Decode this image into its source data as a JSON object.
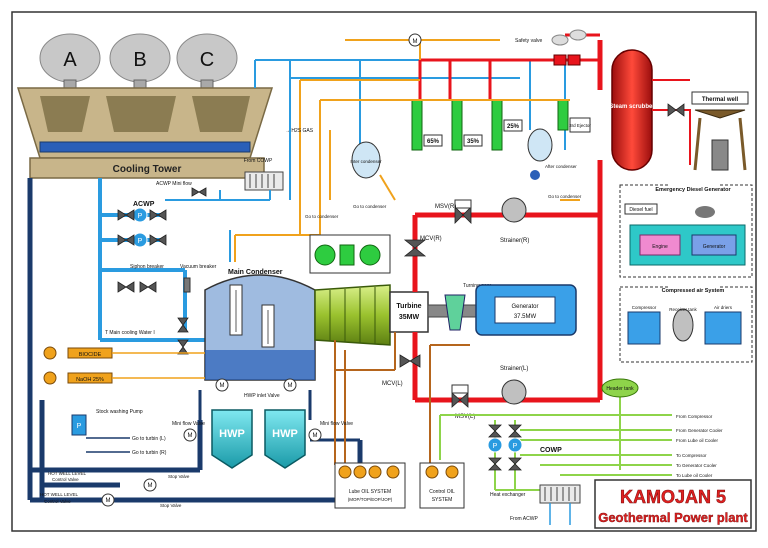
{
  "plant": {
    "title_line1": "KAMOJAN 5",
    "title_line2": "Geothermal Power plant"
  },
  "cooling_tower": {
    "label": "Cooling Tower",
    "cell_a": "A",
    "cell_b": "B",
    "cell_c": "C",
    "from_cowp": "From COWP"
  },
  "acwp": {
    "label": "ACWP",
    "mini_flow": "ACWP Mini flow"
  },
  "labels": {
    "siphon_breaker": "Siphon breaker",
    "vacuum_breaker": "Vacuum breaker",
    "main_condenser": "Main Condenser",
    "main_cooling_water": "T Main cooling Water I",
    "biocide": "BIOCIDE",
    "naoh": "NaOH  25%",
    "stock_washing_pump": "Stock washing Pump",
    "to_turbin_l": "Go to turbin (L)",
    "to_turbin_r": "Go to turbin (R)",
    "hot_well_level_1": "HOT WELL LEVEL",
    "control_valve_1": "Control Valve",
    "hot_well_level_2": "HOT WELL LEVEL",
    "control_valve_2": "Control Valve",
    "stop_valve_1": "Stop Valve",
    "stop_valve_2": "Stop Valve",
    "mini_flow_valve_l": "Mini flow Valve",
    "mini_flow_valve_r": "Mini flow Valve",
    "hwp_inlet_valve": "HWP inlet Valve",
    "hwp_left": "HWP",
    "hwp_right": "HWP",
    "lube_oil": "Lube OIL SYSTEM",
    "lube_oil_sub": "(MOP/TOP/EOP/JOP)",
    "control_oil": "Control OIL",
    "control_oil_sub": "SYSTEM",
    "turbine": "Turbine",
    "turbine_mw": "35MW",
    "generator": "Generator",
    "generator_mw": "37.5MW",
    "turning_gear": "Turning gear",
    "msv_r": "MSV(R)",
    "mcv_r": "MCV(R)",
    "msv_l": "MSV(L)",
    "mcv_l": "MCV(L)",
    "strainer_r": "Strainer(R)",
    "strainer_l": "Strainer(L)",
    "go_to_condenser_1": "Go to condenser",
    "go_to_condenser_2": "Go to condenser",
    "go_to_condenser_3": "Go to condenser",
    "h2s_gas": "→ H2S GAS",
    "inter_condenser": "Inter condenser",
    "after_condenser": "After condenser",
    "ejector_65": "65%",
    "ejector_35": "35%",
    "ejector_25": "25%",
    "ejector_3rd": "3rd Ejector",
    "safety_valve": "Safety valve",
    "steam_scrubber": "Steam scrubber",
    "thermal_well": "Thermal well",
    "emergency_diesel": "Emergency Diesel Generator",
    "diesel_fuel": "Diesel fuel",
    "engine": "Engine",
    "generator_small": "Generator",
    "compressed_air": "Compressed air System",
    "compressor": "Compressor",
    "receiver_tank": "Receiver tank",
    "air_driers": "Air driers",
    "header_tank": "Header tank",
    "from_compressor": "From Compressor",
    "from_generator_cooler": "From Generator Cooler",
    "from_lube_oil_cooler": "From Lube oil  Cooler",
    "to_compressor": "To Compressor",
    "to_generator_cooler": "To Generator Cooler",
    "to_lube_oil_cooler": "To Lube oil  Cooler",
    "cowp": "COWP",
    "heat_exchanger": "Heat exchanger",
    "from_acwp": "From ACWP"
  },
  "colors": {
    "cooling_water": "#1a3a6b",
    "blue_line": "#2a9be0",
    "steam_red": "#e8141c",
    "gas_orange": "#f0a21c",
    "oil_brown": "#b5651d",
    "cooling_green": "#8ed44a",
    "green_equipment": "#2ecc40",
    "title_red": "#e02020",
    "tower_brown": "#c8b58a"
  }
}
